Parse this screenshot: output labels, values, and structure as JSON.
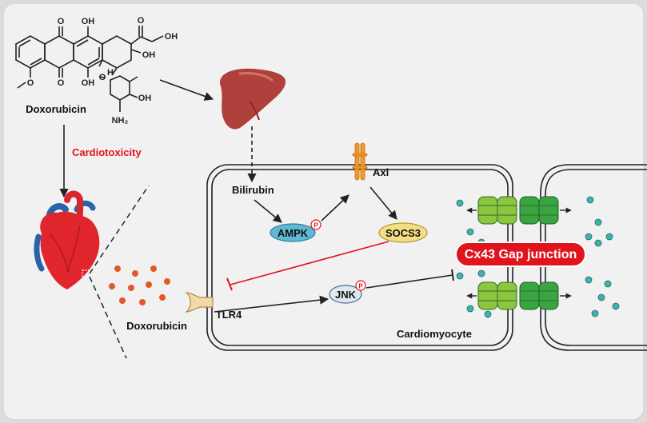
{
  "compound": {
    "name": "Doxorubicin",
    "atoms": {
      "o": "O",
      "oh": "OH",
      "h": "H",
      "nh2": "NH₂"
    }
  },
  "labels": {
    "cardiotoxicity": "Cardiotoxicity",
    "doxorubicin_outside": "Doxorubicin",
    "tlr4": "TLR4",
    "bilirubin": "Bilirubin",
    "ampk": "AMPK",
    "axl": "Axl",
    "socs3": "SOCS3",
    "jnk": "JNK",
    "phospho": "P",
    "cx43": "Cx43 Gap junction",
    "cell": "Cardiomyocyte"
  },
  "colors": {
    "background": "#e9e9e9",
    "panel": "#f1f1f1",
    "cardiotoxicity_text": "#e0141c",
    "inhibition_line": "#e0141c",
    "cx43_badge": "#e0141c",
    "dox_dot": "#e2572c",
    "teal_dot": "#40b3a8",
    "ampk": "#5fb8d4",
    "socs3": "#f3de86",
    "jnk": "#dfe8f1",
    "liver": "#b0403c",
    "axl": "#f29a2e",
    "gap_light": "#8cc63f",
    "gap_dark": "#3aa442"
  }
}
